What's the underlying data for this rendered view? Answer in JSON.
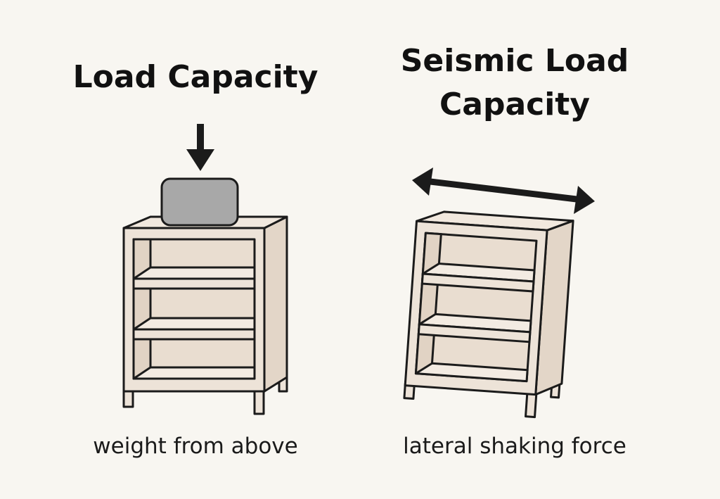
{
  "left_panel": {
    "title": "Load Capacity",
    "caption": "weight from above",
    "illustration": "shelf-with-weight-pressing-down"
  },
  "right_panel": {
    "title": "Seismic Load\nCapacity",
    "title_lines": [
      "Seismic Load",
      "Capacity"
    ],
    "caption": "lateral shaking force",
    "illustration": "tilted-shelf-with-side-to-side-arrow"
  },
  "colors": {
    "background": "#f8f6f1",
    "shelf_fill": "#ede3d8",
    "shelf_side": "#e3d6c8",
    "outline": "#1b1b1b",
    "weight_fill": "#a8a8a8"
  }
}
